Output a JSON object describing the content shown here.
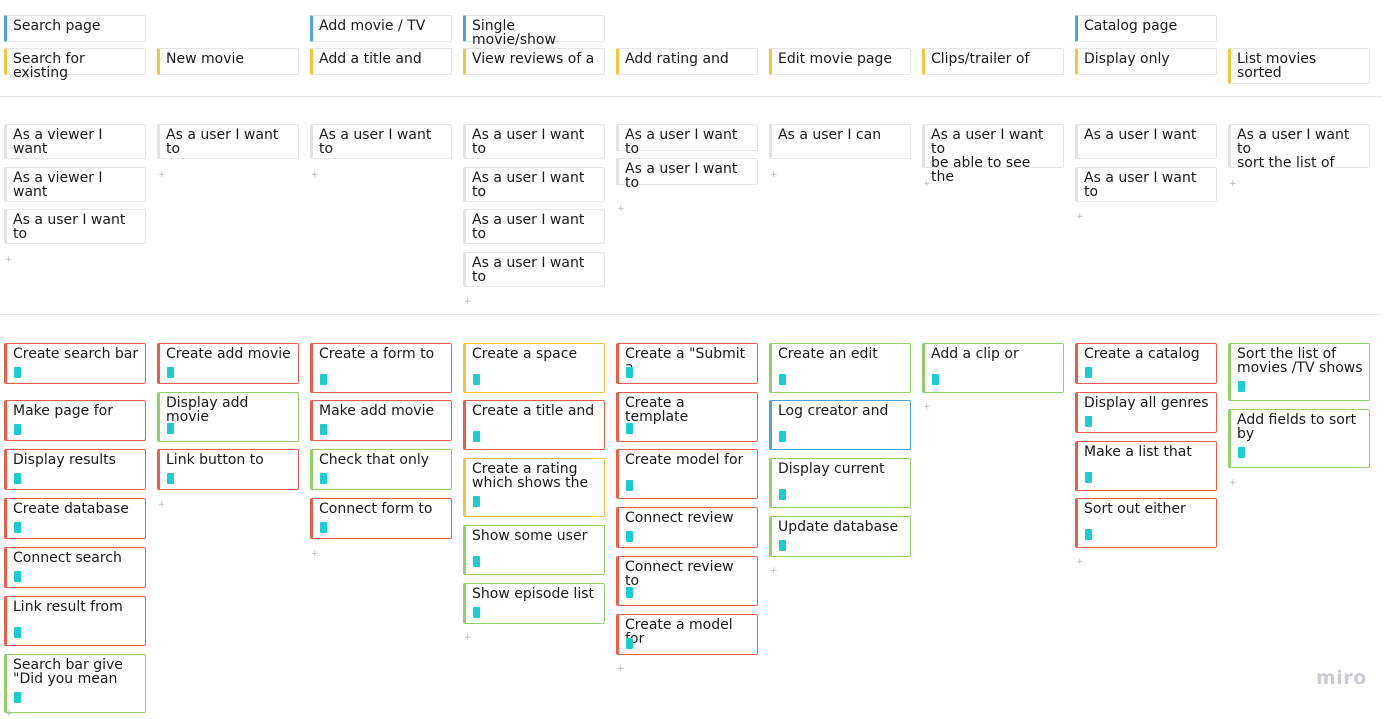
{
  "colors": {
    "blue": "#4aa3e0",
    "yellow": "#f5c53b",
    "grey": "#e3e3e3",
    "red": "#e8604c",
    "green": "#93d06a",
    "tag": "#1ccdd0",
    "logo": "#c9ccd3"
  },
  "brand": {
    "logo_text": "miro"
  },
  "activities": [
    {
      "col": 0,
      "text": "Search page",
      "color": "blue"
    },
    {
      "col": 2,
      "text": "Add movie / TV",
      "color": "blue"
    },
    {
      "col": 3,
      "text": "Single movie/show",
      "color": "blue"
    },
    {
      "col": 7,
      "text": "Catalog page",
      "color": "blue"
    }
  ],
  "epics": [
    {
      "col": 0,
      "text": "Search for existing",
      "color": "yellow"
    },
    {
      "col": 1,
      "text": "New movie",
      "color": "yellow"
    },
    {
      "col": 2,
      "text": "Add a title and",
      "color": "yellow"
    },
    {
      "col": 3,
      "text": "View reviews of a",
      "color": "yellow"
    },
    {
      "col": 4,
      "text": "Add rating and",
      "color": "yellow"
    },
    {
      "col": 5,
      "text": "Edit movie page",
      "color": "yellow"
    },
    {
      "col": 6,
      "text": "Clips/trailer of",
      "color": "yellow"
    },
    {
      "col": 7,
      "text": "Display only",
      "color": "yellow"
    },
    {
      "col": 8,
      "text": "List movies sorted",
      "color": "yellow"
    }
  ],
  "stories": [
    [
      "As a viewer I want",
      "As a viewer I want",
      "As a user I want to"
    ],
    [
      "As a user I want to"
    ],
    [
      "As a user I want to"
    ],
    [
      "As a user I want to",
      "As a user I want to",
      "As a user I want to",
      "As a user I want to"
    ],
    [
      "As a user I want to",
      "As a user I want to"
    ],
    [
      "As a user I can"
    ],
    [
      "As a user I want to\nbe able to see the"
    ],
    [
      "As a user I want",
      "As a user I want to"
    ],
    [
      "As a user I want to\nsort the list of"
    ]
  ],
  "tasks": [
    [
      {
        "text": "Create search bar",
        "color": "red"
      },
      {
        "text": "Make page for",
        "color": "red"
      },
      {
        "text": "Display results",
        "color": "red"
      },
      {
        "text": "Create database",
        "color": "red"
      },
      {
        "text": "Connect search",
        "color": "red"
      },
      {
        "text": "Link result from",
        "color": "red"
      },
      {
        "text": "Search bar give\n\"Did you mean",
        "color": "green"
      }
    ],
    [
      {
        "text": "Create add movie",
        "color": "red"
      },
      {
        "text": "Display add movie",
        "color": "green"
      },
      {
        "text": "Link button to",
        "color": "red"
      }
    ],
    [
      {
        "text": "Create a form to",
        "color": "red"
      },
      {
        "text": "Make add movie",
        "color": "red"
      },
      {
        "text": "Check that only",
        "color": "green"
      },
      {
        "text": "Connect form to",
        "color": "red"
      }
    ],
    [
      {
        "text": "Create a space",
        "color": "yellow"
      },
      {
        "text": "Create a title and",
        "color": "red"
      },
      {
        "text": "Create a rating\nwhich shows the",
        "color": "yellow"
      },
      {
        "text": "Show some user",
        "color": "green"
      },
      {
        "text": "Show episode list",
        "color": "green"
      }
    ],
    [
      {
        "text": "Create a \"Submit a",
        "color": "red"
      },
      {
        "text": "Create a template",
        "color": "red"
      },
      {
        "text": "Create model for",
        "color": "red"
      },
      {
        "text": "Connect review",
        "color": "red"
      },
      {
        "text": "Connect review to",
        "color": "red"
      },
      {
        "text": "Create a model for",
        "color": "red"
      }
    ],
    [
      {
        "text": "Create an edit",
        "color": "green"
      },
      {
        "text": "Log creator and",
        "color": "blue"
      },
      {
        "text": "Display current",
        "color": "green"
      },
      {
        "text": "Update database",
        "color": "green"
      }
    ],
    [
      {
        "text": "Add a clip or",
        "color": "green"
      }
    ],
    [
      {
        "text": "Create a catalog",
        "color": "red"
      },
      {
        "text": "Display all genres",
        "color": "red"
      },
      {
        "text": "Make a list that",
        "color": "red"
      },
      {
        "text": "Sort out either",
        "color": "red"
      }
    ],
    [
      {
        "text": "Sort the list of\nmovies /TV shows",
        "color": "green"
      },
      {
        "text": "Add fields to sort\nby",
        "color": "green"
      }
    ]
  ],
  "add_marker": "+"
}
